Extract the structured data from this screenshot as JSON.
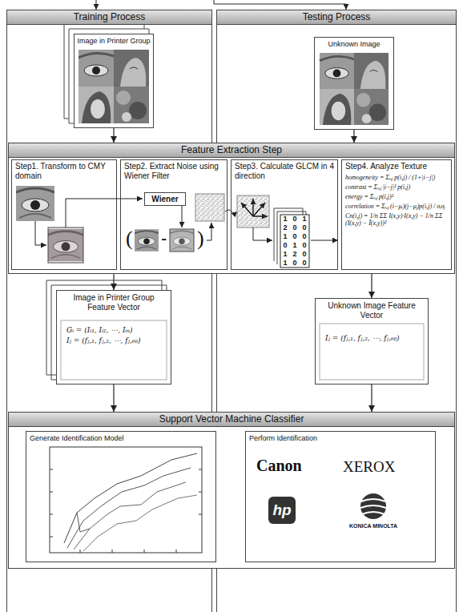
{
  "diagram": {
    "nodes": [
      {
        "text": [
          "Training Process"
        ]
      },
      {
        "text": [
          "Testing Process"
        ]
      },
      {
        "text": [
          "Image in Printer Group"
        ],
        "in": 0
      },
      {
        "text": [
          "Unknown Image"
        ],
        "in": 1
      },
      {
        "text": [
          "Feature Extraction Step"
        ]
      },
      {
        "text": [
          "Step1. Transform to CMY domain"
        ],
        "in": 4
      },
      {
        "text": [
          "Step2. Extract Noise using Wiener Filter"
        ],
        "in": 4
      },
      {
        "text": [
          "Wiener"
        ],
        "in": 6
      },
      {
        "text": [
          "Step3. Calculate GLCM in 4 direction"
        ],
        "in": 4
      },
      {
        "text": [
          "Step4. Analyze Texture",
          "homogeneity = Σᵢ,ⱼ p(i,j) / (1+|i−j|)",
          "contrast = Σᵢ,ⱼ |i−j|² p(i,j)",
          "energy = Σᵢ,ⱼ p(i,j)²",
          "correlation = Σᵢ,ⱼ (i−μᵢ)(j−μⱼ)p(i,j) / σᵢσⱼ",
          "Cn(i,j) = 1/n ΣΣ I(x,y)·I(x,y) − 1/n ΣΣ (I(x,y) − Ī(x,y))²"
        ],
        "in": 4
      },
      {
        "text": [
          "Image in Printer Group Feature Vector",
          "Gᵢ = (Iᵢ₁, Iᵢ₂, ⋯, Iᵢₙ)",
          "Iⱼ = (fⱼ,₁, fⱼ,₂, ⋯, fⱼ,₆₀)"
        ],
        "in": 0
      },
      {
        "text": [
          "Unknown Image Feature Vector",
          "Iⱼ = (fⱼ,₁, fⱼ,₂, ⋯, fⱼ,₆₀)"
        ],
        "in": 1
      },
      {
        "text": [
          "Support Vector Machine Classifier"
        ]
      },
      {
        "text": [
          "Generate Identification Model"
        ],
        "in": 12
      },
      {
        "text": [
          "Perform Identification"
        ],
        "in": 12
      }
    ],
    "edges": [
      {
        "from": 2,
        "to": 4,
        "arrow": "to"
      },
      {
        "from": 3,
        "to": 4,
        "arrow": "to"
      },
      {
        "from": 4,
        "to": 10,
        "arrow": "to"
      },
      {
        "from": 4,
        "to": 11,
        "arrow": "to"
      },
      {
        "from": 10,
        "to": 12,
        "arrow": "to"
      },
      {
        "from": 11,
        "to": 12,
        "arrow": "to"
      }
    ],
    "labels": [
      "(",
      "-",
      ")",
      "1",
      "0",
      "1",
      "2",
      "0",
      "0",
      "1",
      "0",
      "0",
      "0",
      "1",
      "0",
      "1",
      "2",
      "0",
      "1",
      "0",
      "0",
      "Canon",
      "XEROX",
      "hp",
      "KONICA MINOLTA"
    ]
  }
}
